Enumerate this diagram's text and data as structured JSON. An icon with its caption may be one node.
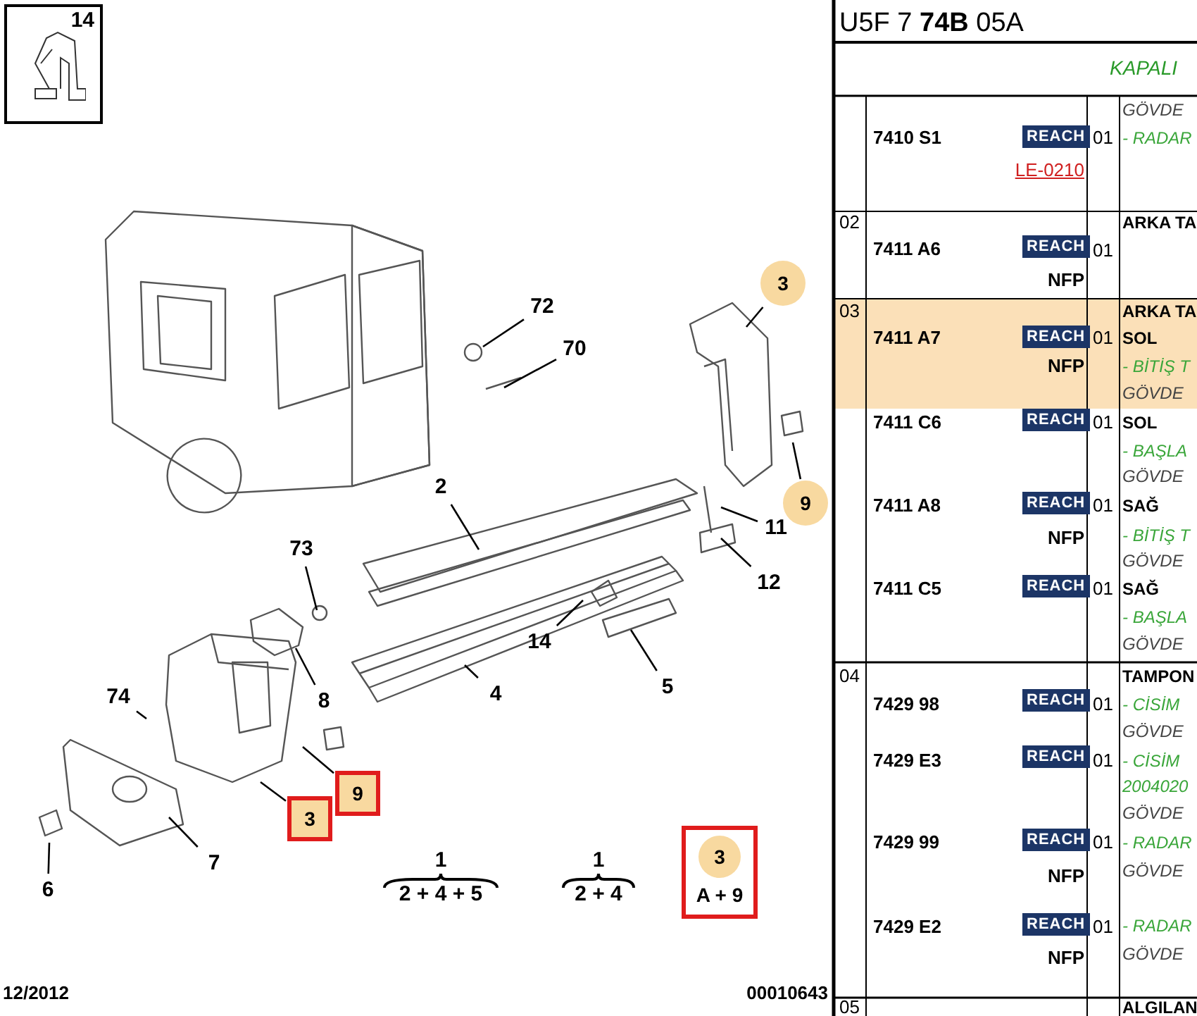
{
  "diagram": {
    "nodes": [
      {
        "text": [
          "14"
        ]
      },
      {
        "text": [
          "72"
        ]
      },
      {
        "text": [
          "70"
        ]
      },
      {
        "text": [
          "3"
        ]
      },
      {
        "text": [
          "9"
        ]
      },
      {
        "text": [
          "11"
        ]
      },
      {
        "text": [
          "12"
        ]
      },
      {
        "text": [
          "2"
        ]
      },
      {
        "text": [
          "73"
        ]
      },
      {
        "text": [
          "14"
        ]
      },
      {
        "text": [
          "5"
        ]
      },
      {
        "text": [
          "4"
        ]
      },
      {
        "text": [
          "8"
        ]
      },
      {
        "text": [
          "74"
        ]
      },
      {
        "text": [
          "3"
        ]
      },
      {
        "text": [
          "9"
        ]
      },
      {
        "text": [
          "7"
        ]
      },
      {
        "text": [
          "6"
        ]
      },
      {
        "text": [
          "3",
          "A + 9"
        ]
      }
    ],
    "edges": [
      {
        "from": 1,
        "to": null,
        "arrow": "none"
      },
      {
        "from": 2,
        "to": null,
        "arrow": "none"
      },
      {
        "from": 3,
        "to": null,
        "arrow": "none"
      },
      {
        "from": 4,
        "to": null,
        "arrow": "none"
      },
      {
        "from": 5,
        "to": null,
        "arrow": "none"
      },
      {
        "from": 6,
        "to": null,
        "arrow": "none"
      },
      {
        "from": 7,
        "to": null,
        "arrow": "none"
      },
      {
        "from": 8,
        "to": null,
        "arrow": "none"
      },
      {
        "from": 9,
        "to": null,
        "arrow": "none"
      },
      {
        "from": 10,
        "to": null,
        "arrow": "none"
      },
      {
        "from": 11,
        "to": null,
        "arrow": "none"
      },
      {
        "from": 12,
        "to": null,
        "arrow": "none"
      },
      {
        "from": 13,
        "to": null,
        "arrow": "none"
      },
      {
        "from": 14,
        "to": null,
        "arrow": "none"
      },
      {
        "from": 15,
        "to": null,
        "arrow": "none"
      },
      {
        "from": 16,
        "to": null,
        "arrow": "none"
      },
      {
        "from": 17,
        "to": null,
        "arrow": "none"
      }
    ],
    "labels": [
      "1",
      "2 + 4 + 5",
      "1",
      "2 + 4",
      "U5F 7 **74B** 05A",
      "KAPALI",
      "GÖVDE",
      "7410 S1",
      "REACH",
      "01",
      "- RADAR",
      "LE-0210",
      "02",
      "ARKA TA",
      "7411 A6",
      "REACH",
      "01",
      "NFP",
      "03",
      "ARKA TA",
      "7411 A7",
      "REACH",
      "01",
      "SOL",
      "NFP",
      "- BİTİŞ T",
      "GÖVDE",
      "7411 C6",
      "REACH",
      "01",
      "SOL",
      "- BAŞLA",
      "GÖVDE",
      "7411 A8",
      "REACH",
      "01",
      "SAĞ",
      "NFP",
      "- BİTİŞ T",
      "GÖVDE",
      "7411 C5",
      "REACH",
      "01",
      "SAĞ",
      "- BAŞLA",
      "GÖVDE",
      "04",
      "TAMPON",
      "7429 98",
      "REACH",
      "01",
      "- CİSİM",
      "GÖVDE",
      "7429 E3",
      "REACH",
      "01",
      "- CİSİM",
      "2004020",
      "GÖVDE",
      "7429 99",
      "REACH",
      "01",
      "- RADAR",
      "NFP",
      "GÖVDE",
      "7429 E2",
      "REACH",
      "01",
      "- RADAR",
      "NFP",
      "GÖVDE",
      "05",
      "ALGILAN",
      "12/2012",
      "00010643"
    ]
  }
}
